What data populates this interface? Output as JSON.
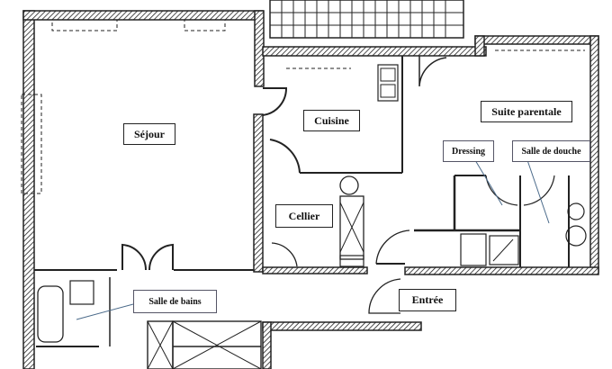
{
  "plan": {
    "rooms": {
      "sejour": "Séjour",
      "cuisine": "Cuisine",
      "cellier": "Cellier",
      "suite_parentale": "Suite parentale",
      "dressing": "Dressing",
      "salle_de_douche": "Salle de douche",
      "salle_de_bains": "Salle de bains",
      "entree": "Entrée"
    },
    "colors": {
      "wall": "#222222",
      "leader": "#4a6a8a"
    }
  }
}
